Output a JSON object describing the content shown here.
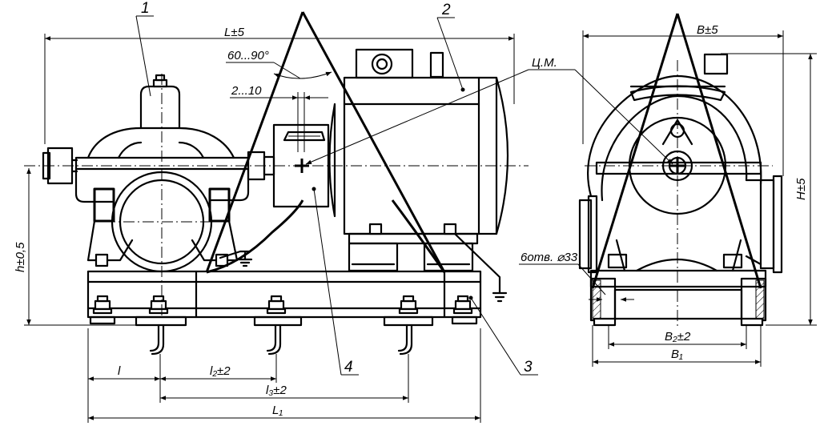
{
  "labels": {
    "overall_length": "L±5",
    "coupling_angle": "60...90°",
    "gap": "2...10",
    "center_of_mass": "Ц.М.",
    "width_top": "B±5",
    "height_total": "H±5",
    "shaft_height": "h±0,5",
    "holes": "6отв. ⌀33",
    "base_width_inner": "B₂±2",
    "base_width": "B₁",
    "dim_l": "l",
    "dim_l2": "l₂±2",
    "dim_l3": "l₃±2",
    "dim_l1": "L₁"
  },
  "callouts": {
    "pump": "1",
    "motor": "2",
    "frame": "3",
    "coupling_guard": "4"
  }
}
